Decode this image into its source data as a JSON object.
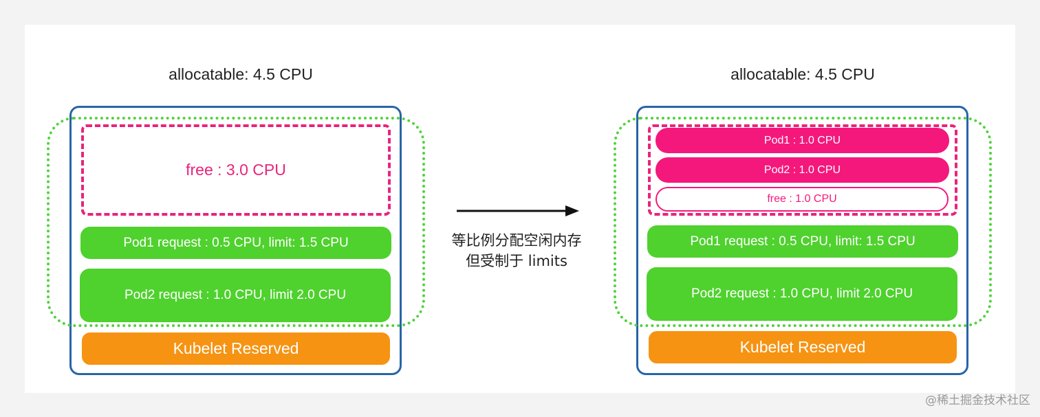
{
  "left": {
    "title": "allocatable: 4.5 CPU",
    "free": "free : 3.0 CPU",
    "pod1": "Pod1 request : 0.5 CPU, limit: 1.5 CPU",
    "pod2": "Pod2 request : 1.0 CPU, limit 2.0 CPU",
    "reserved": "Kubelet Reserved"
  },
  "right": {
    "title": "allocatable: 4.5 CPU",
    "pod1_free": "Pod1 : 1.0 CPU",
    "pod2_free": "Pod2 : 1.0 CPU",
    "free": "free : 1.0 CPU",
    "pod1": "Pod1 request : 0.5 CPU, limit: 1.5 CPU",
    "pod2": "Pod2 request : 1.0 CPU, limit 2.0 CPU",
    "reserved": "Kubelet Reserved"
  },
  "caption": {
    "line1": "等比例分配空闲内存",
    "line2": "但受制于 limits"
  },
  "watermark": "@稀土掘金技术社区",
  "colors": {
    "outer_border": "#2864a8",
    "request_green": "#4fd12e",
    "reserved_orange": "#f69312",
    "free_magenta": "#f4187c"
  }
}
